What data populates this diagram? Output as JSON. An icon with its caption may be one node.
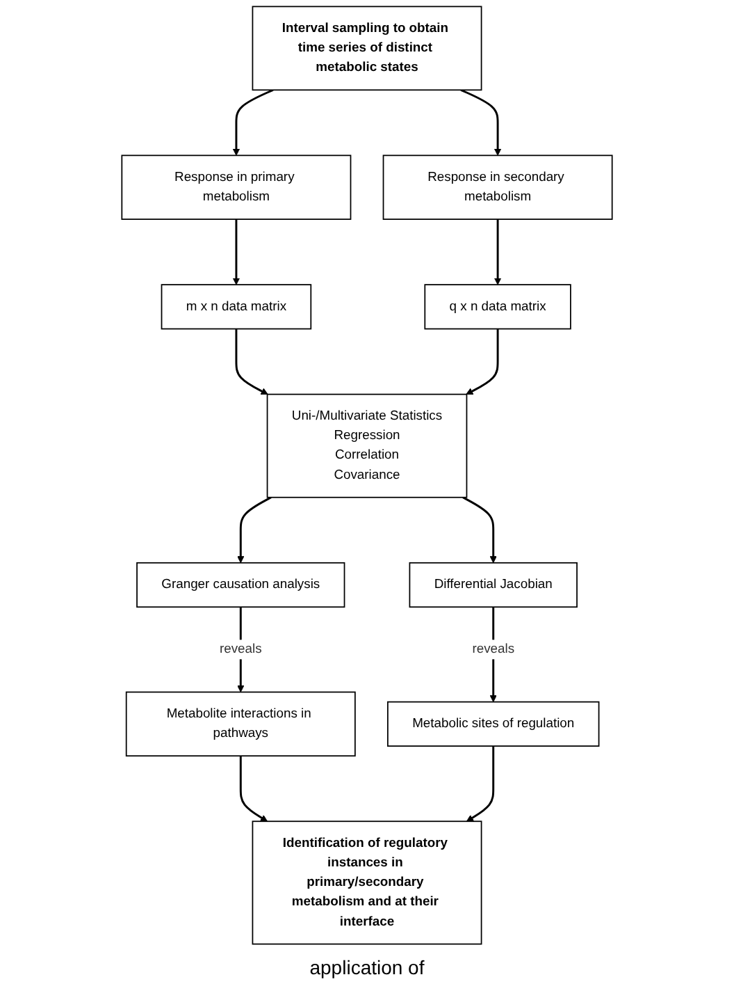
{
  "diagram": {
    "nodes": [
      {
        "text": [
          "Interval sampling to obtain time series of distinct metabolic states"
        ]
      },
      {
        "text": [
          "Response in primary metabolism"
        ]
      },
      {
        "text": [
          "Response in secondary metabolism"
        ]
      },
      {
        "text": [
          "m x n data matrix"
        ]
      },
      {
        "text": [
          "q x n data matrix"
        ]
      },
      {
        "text": [
          "Uni-/Multivariate Statistics",
          "Regression",
          "Correlation",
          "Covariance"
        ]
      },
      {
        "text": [
          "Granger causation analysis"
        ]
      },
      {
        "text": [
          "Differential Jacobian"
        ]
      },
      {
        "text": [
          "Metabolite interactions in pathways"
        ]
      },
      {
        "text": [
          "Metabolic sites of regulation"
        ]
      },
      {
        "text": [
          "Identification of regulatory instances in primary/secondary metabolism and at their interface"
        ]
      }
    ],
    "edges": [
      {
        "from": 0,
        "to": 1,
        "arrow": "to"
      },
      {
        "from": 0,
        "to": 2,
        "arrow": "to"
      },
      {
        "from": 1,
        "to": 3,
        "arrow": "to"
      },
      {
        "from": 2,
        "to": 4,
        "arrow": "to"
      },
      {
        "from": 3,
        "to": 5,
        "arrow": "to"
      },
      {
        "from": 4,
        "to": 5,
        "arrow": "to"
      },
      {
        "from": 5,
        "to": 6,
        "arrow": "to"
      },
      {
        "from": 5,
        "to": 7,
        "arrow": "to"
      },
      {
        "from": 6,
        "to": 8,
        "label": "reveals",
        "arrow": "to"
      },
      {
        "from": 7,
        "to": 9,
        "label": "reveals",
        "arrow": "to"
      },
      {
        "from": 8,
        "to": 10,
        "arrow": "to"
      },
      {
        "from": 9,
        "to": 10,
        "arrow": "to"
      }
    ],
    "labels": [
      "application of"
    ]
  }
}
